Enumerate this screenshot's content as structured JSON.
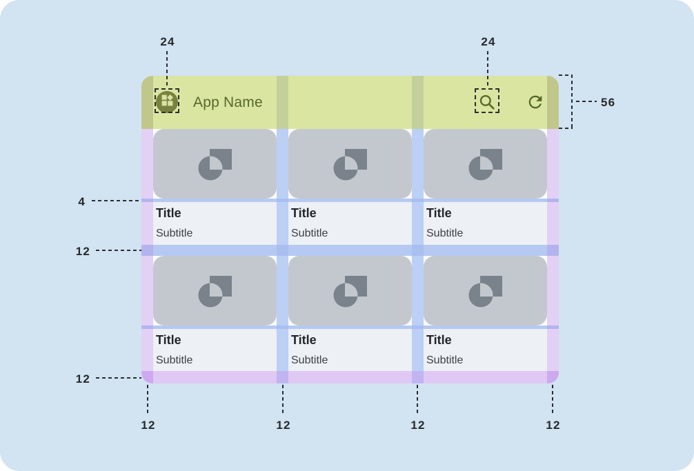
{
  "appbar": {
    "title": "App Name"
  },
  "cards": [
    {
      "title": "Title",
      "subtitle": "Subtitle"
    },
    {
      "title": "Title",
      "subtitle": "Subtitle"
    },
    {
      "title": "Title",
      "subtitle": "Subtitle"
    },
    {
      "title": "Title",
      "subtitle": "Subtitle"
    },
    {
      "title": "Title",
      "subtitle": "Subtitle"
    },
    {
      "title": "Title",
      "subtitle": "Subtitle"
    }
  ],
  "annotations": {
    "app_icon_size": "24",
    "action_icon_size": "24",
    "appbar_height": "56",
    "image_text_gap": "4",
    "row_gap": "12",
    "bottom_margin": "12",
    "column_marks": [
      "12",
      "12",
      "12",
      "12"
    ]
  },
  "colors": {
    "canvas_bg": "#D2E3F1",
    "appbar": "#DBE5A2",
    "appbar_content": "#56682A",
    "margin_highlight": "#E3D0F5",
    "gutter_highlight": "#B5C9F2",
    "bottom_margin_highlight": "#DFC9F4",
    "card_image": "#C3C8CE",
    "card_icon": "#7A828B",
    "card_text_bg": "#EDF0F5",
    "annotation_text": "#25282C"
  }
}
